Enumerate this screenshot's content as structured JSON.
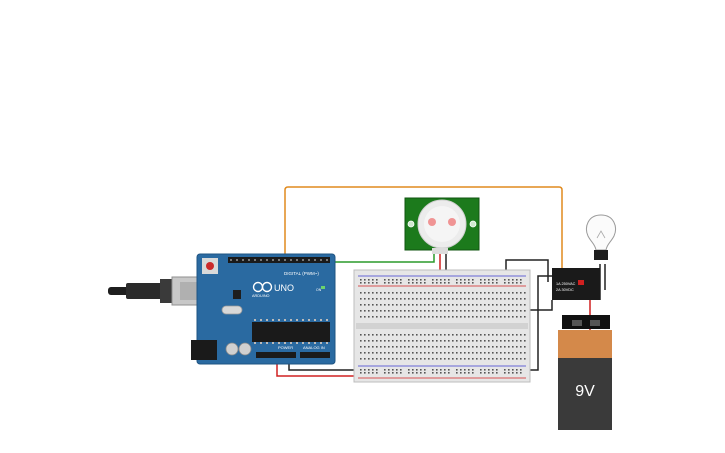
{
  "arduino": {
    "brand": "ARDUINO",
    "model": "UNO",
    "digital_label": "DIGITAL (PWM~)",
    "power_label": "POWER",
    "analog_label": "ANALOG IN",
    "on_label": "ON"
  },
  "battery": {
    "label": "9V"
  },
  "relay": {
    "line1": "1A 250VAC",
    "line2": "2A 30VDC"
  },
  "colors": {
    "board": "#2a6aa1",
    "pir_board": "#1c7a1c",
    "battery_cap": "#d4894a",
    "battery_body": "#3a3a3a",
    "wire_orange": "#e08a1e",
    "wire_green": "#2a9a2a",
    "wire_red": "#d02020",
    "wire_black": "#222222"
  }
}
